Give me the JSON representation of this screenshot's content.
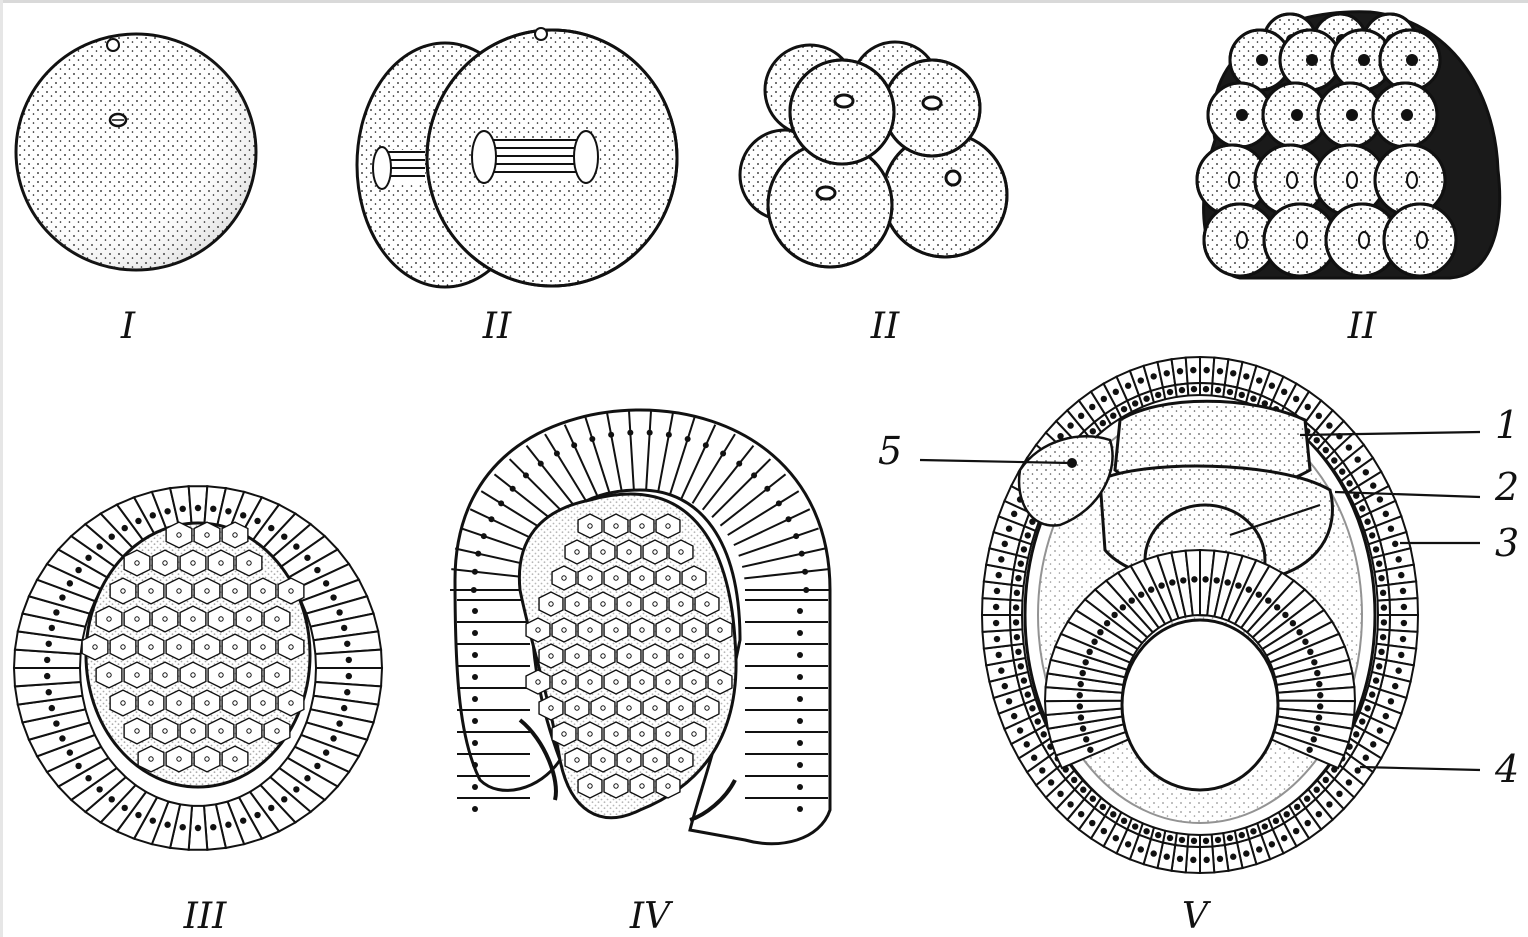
{
  "figure": {
    "stages": [
      {
        "id": "zygote",
        "label": "I"
      },
      {
        "id": "two-cell",
        "label": "II"
      },
      {
        "id": "eight-cell",
        "label": "II"
      },
      {
        "id": "morula",
        "label": "II"
      },
      {
        "id": "blastula",
        "label": "III"
      },
      {
        "id": "gastrula",
        "label": "IV"
      },
      {
        "id": "neurula",
        "label": "V"
      }
    ],
    "callouts": [
      {
        "id": "c1",
        "label": "1"
      },
      {
        "id": "c2",
        "label": "2"
      },
      {
        "id": "c3",
        "label": "3"
      },
      {
        "id": "c4",
        "label": "4"
      },
      {
        "id": "c5",
        "label": "5"
      }
    ],
    "colors": {
      "ink": "#111111",
      "background": "#ffffff"
    }
  }
}
